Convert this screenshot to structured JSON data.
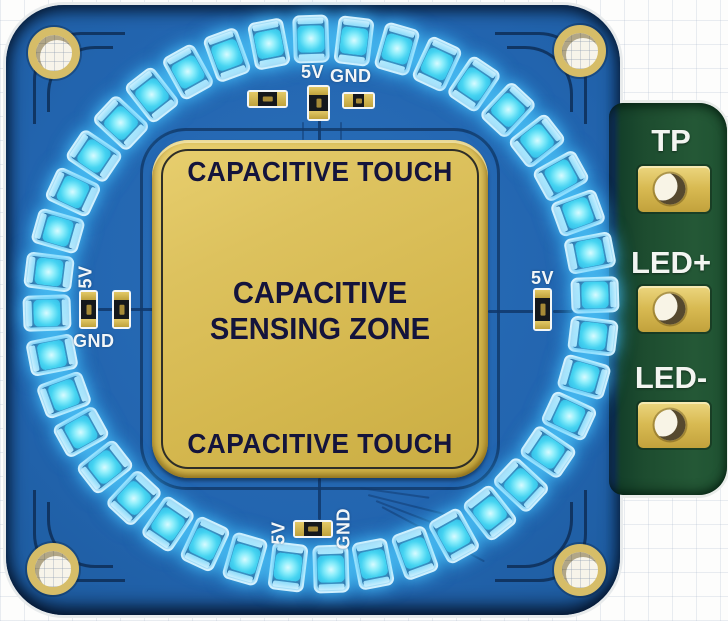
{
  "module": {
    "colors": {
      "board_blue": "#1e5ea7",
      "gold_pad": "#d8bc55",
      "tab_green": "#1d4c2f",
      "led_cyan": "#3fd2ef",
      "silkscreen_white": "#f2f5f7",
      "pad_text": "#14143c"
    }
  },
  "pad": {
    "top": "CAPACITIVE TOUCH",
    "center_line1": "CAPACITIVE",
    "center_line2": "SENSING ZONE",
    "bottom": "CAPACITIVE TOUCH"
  },
  "silkscreen": {
    "top_5v": "5V",
    "top_gnd": "GND",
    "left_5v": "5V",
    "left_gnd": "GND",
    "right_5v": "5V",
    "bottom_5v": "5V",
    "bottom_gnd": "GND"
  },
  "connector": {
    "pins": [
      "TP",
      "LED+",
      "LED-"
    ]
  },
  "led_ring": {
    "count": 40,
    "lit": true,
    "color": "#3fd2ef"
  },
  "mounting_holes": 4
}
